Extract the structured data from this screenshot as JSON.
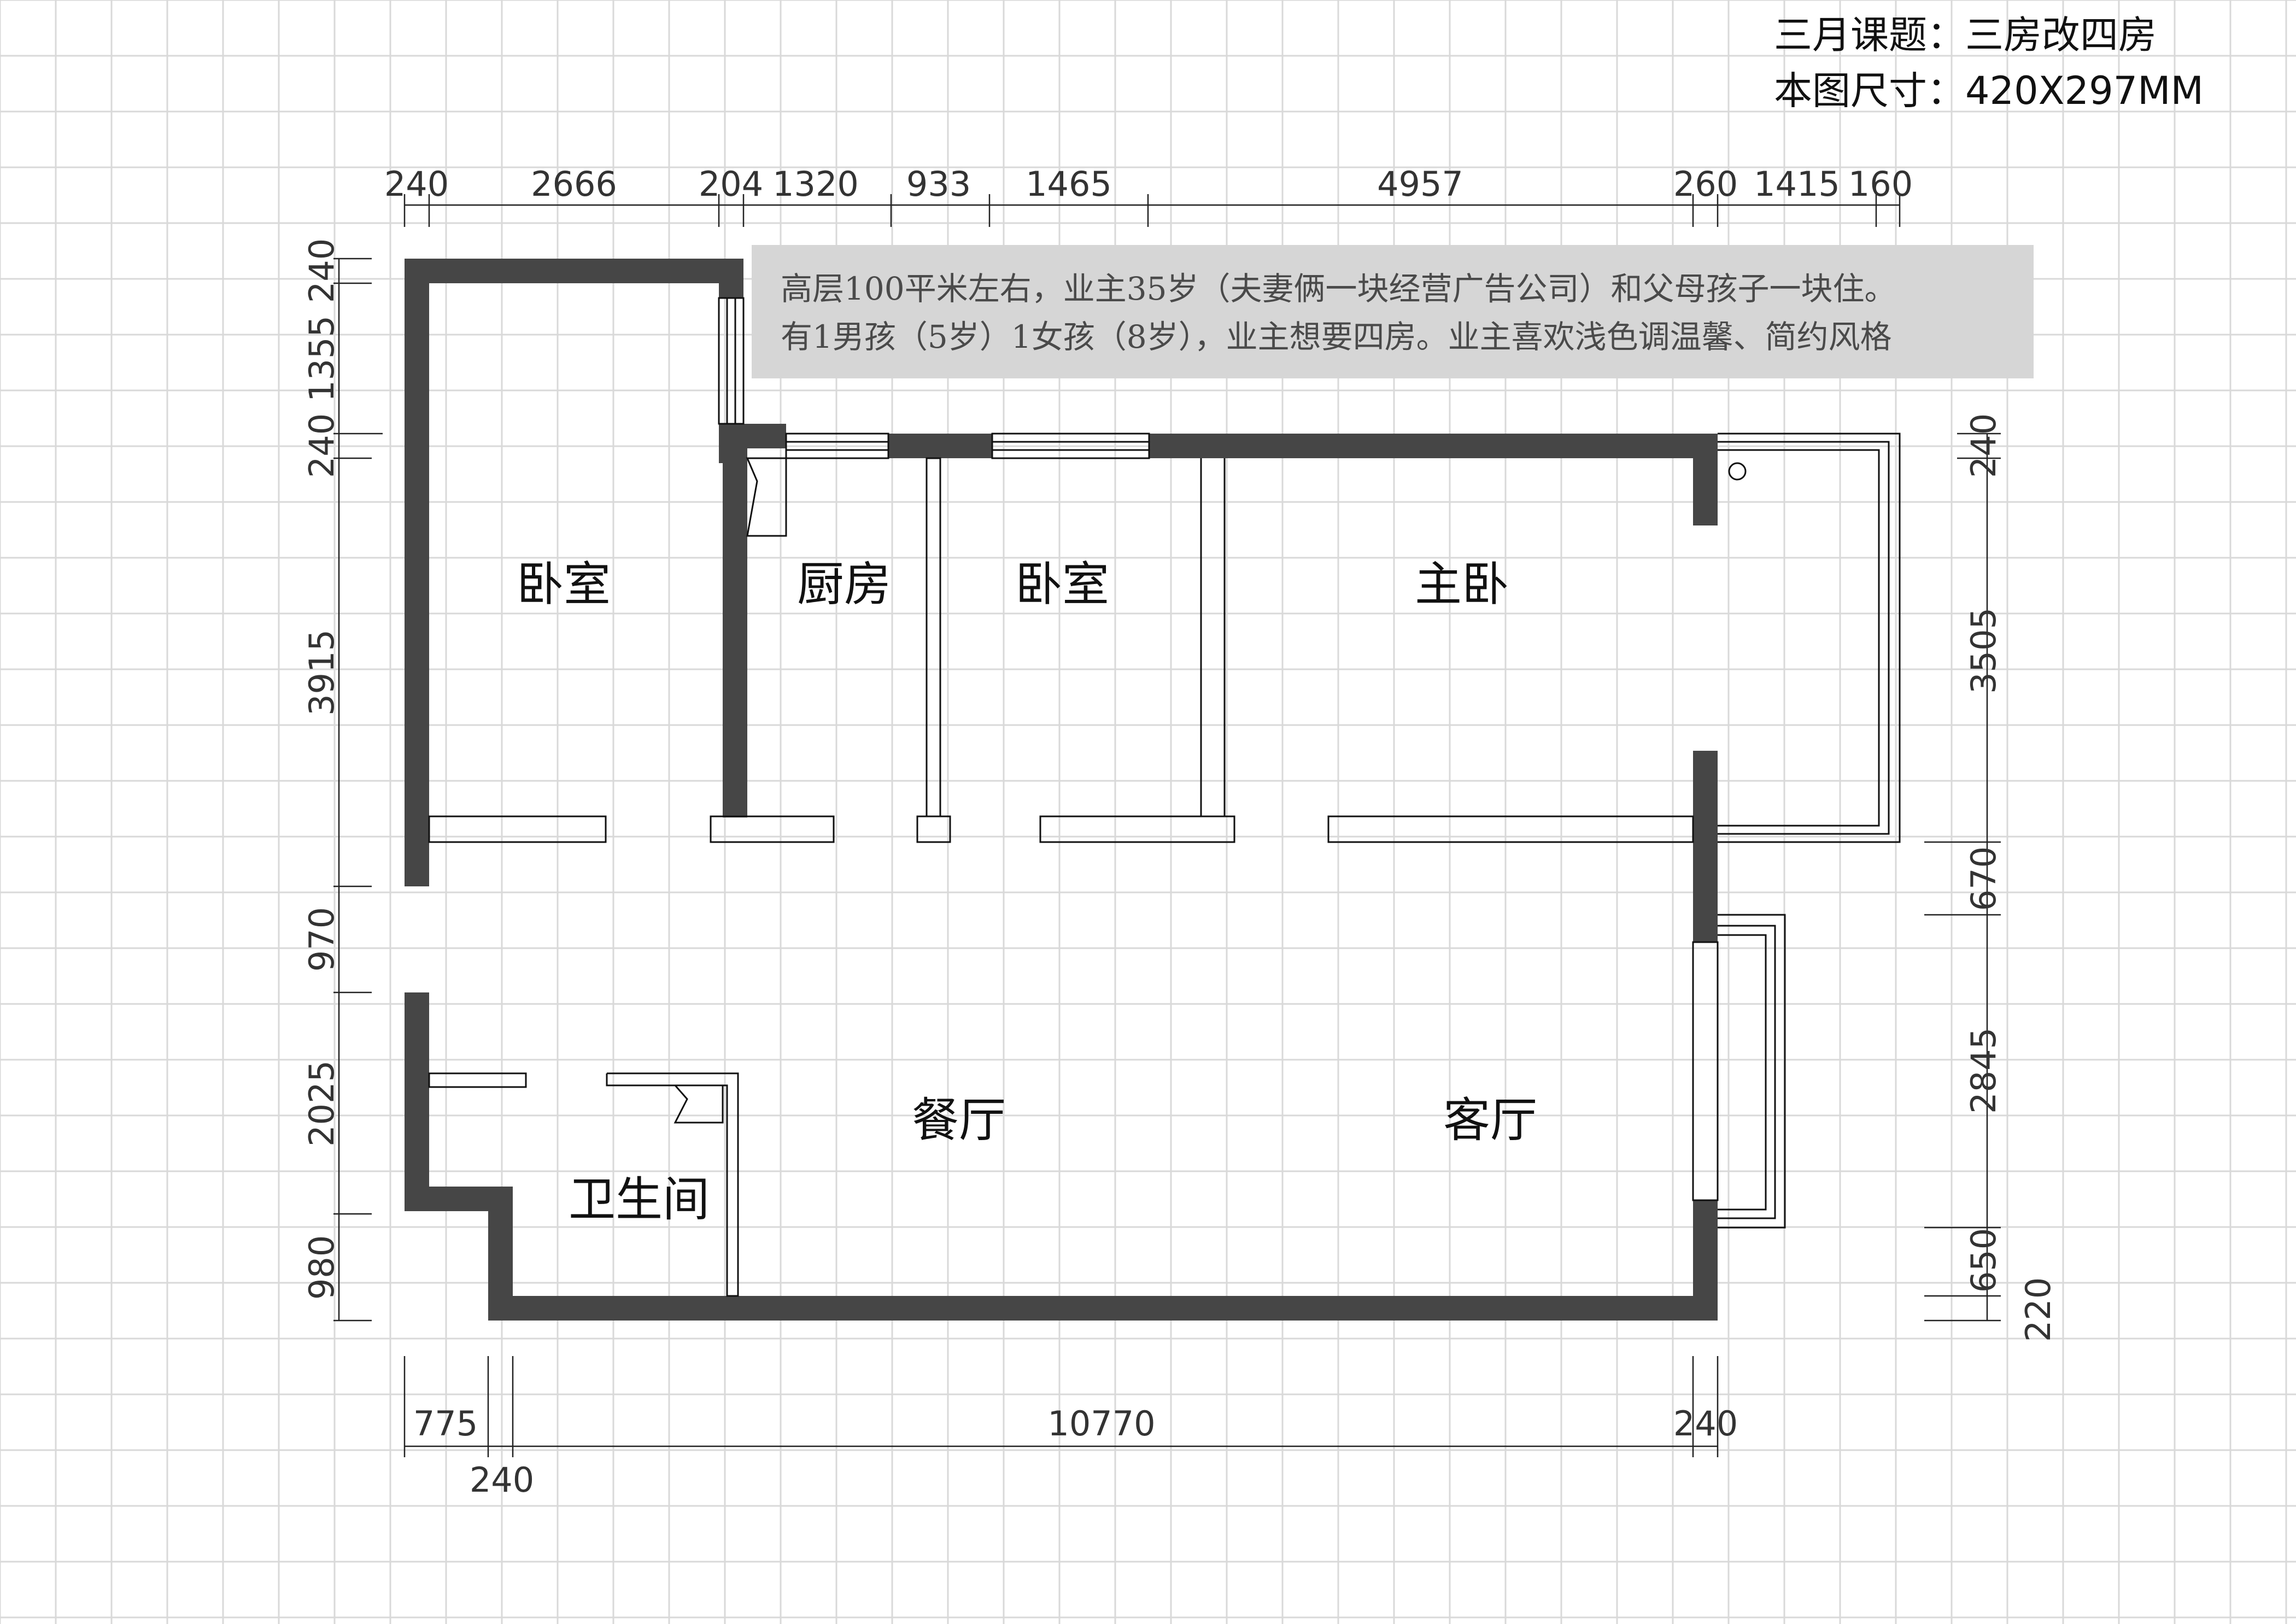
{
  "header": {
    "topic": "三月课题：三房改四房",
    "size": "本图尺寸：420X297MM"
  },
  "note": {
    "line1": "高层100平米左右，业主35岁（夫妻俩一块经营广告公司）和父母孩子一块住。",
    "line2": "有1男孩（5岁）1女孩（8岁），业主想要四房。业主喜欢浅色调温馨、简约风格"
  },
  "rooms": {
    "bedroom_left": "卧室",
    "kitchen": "厨房",
    "bedroom_mid": "卧室",
    "master_bedroom": "主卧",
    "dining": "餐厅",
    "living": "客厅",
    "bathroom": "卫生间"
  },
  "dimensions": {
    "top": [
      "240",
      "2666",
      "204",
      "1320",
      "933",
      "1465",
      "4957",
      "260",
      "1415",
      "160"
    ],
    "left": [
      "240",
      "1355",
      "240",
      "3915",
      "970",
      "2025",
      "980"
    ],
    "right": [
      "240",
      "3505",
      "670",
      "2845",
      "650",
      "220"
    ],
    "bottom": [
      "775",
      "10770",
      "240",
      "240"
    ]
  },
  "colors": {
    "wall": "#464646",
    "grid": "#d9d9d9",
    "note_bg": "#d6d6d6"
  }
}
